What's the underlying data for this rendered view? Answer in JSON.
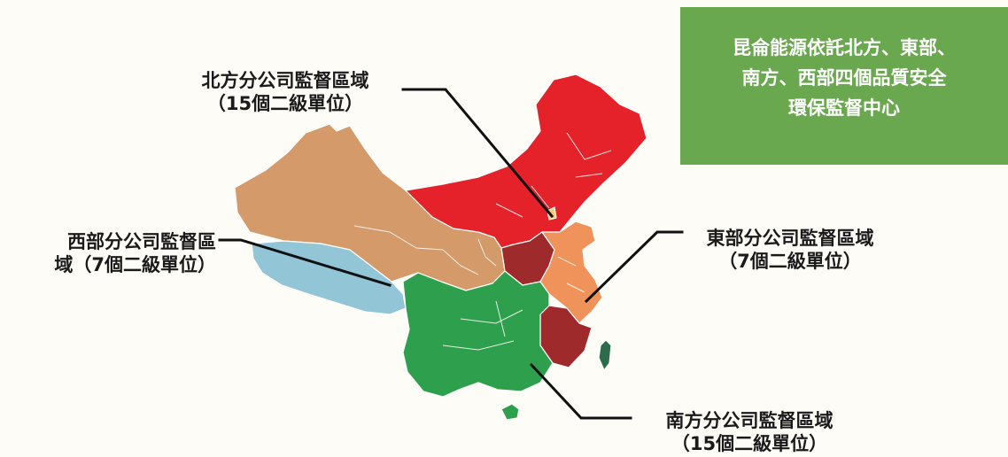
{
  "regions": {
    "north": {
      "line1": "北方分公司監督區域",
      "line2": "（15個二級單位）",
      "color": "#e52129",
      "secondary_color": "#9e2a2b"
    },
    "west": {
      "line1": "西部分公司監督區",
      "line2": "域（7個二級單位）",
      "color": "#d49a6a",
      "secondary_color": "#92c5d6"
    },
    "east": {
      "line1": "東部分公司監督區域",
      "line2": "（7個二級單位）",
      "color": "#f0935a"
    },
    "south": {
      "line1": "南方分公司監督區域",
      "line2": "（15個二級單位）",
      "color": "#2ea04d",
      "secondary_color": "#2e6b4c"
    }
  },
  "info_box": {
    "line1": "昆侖能源依託北方、東部、",
    "line2": "南方、西部四個品質安全",
    "line3": "環保監督中心",
    "color": "#6aa84f"
  },
  "highlight_color": "#f4d26b"
}
